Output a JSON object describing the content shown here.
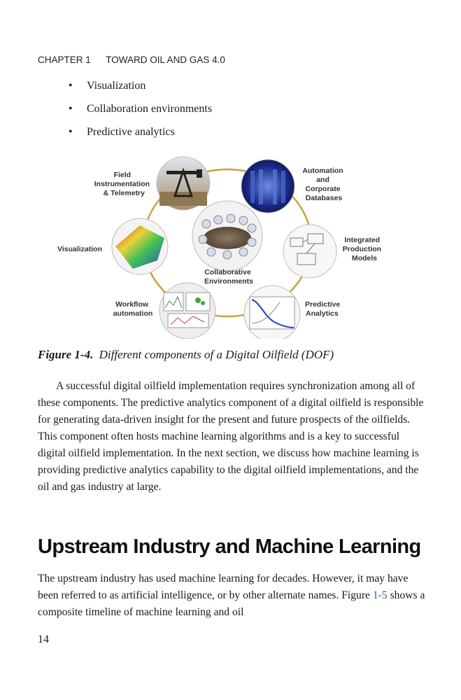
{
  "header": {
    "chapter": "CHAPTER 1",
    "title": "TOWARD OIL AND GAS 4.0"
  },
  "bullets": [
    "Visualization",
    "Collaboration environments",
    "Predictive analytics"
  ],
  "figure": {
    "field": [
      "Field",
      "Instrumentation",
      "& Telemetry"
    ],
    "automation": [
      "Automation",
      "and",
      "Corporate",
      "Databases"
    ],
    "visualization": "Visualization",
    "integrated": [
      "Integrated",
      "Production",
      "Models"
    ],
    "collaborative": [
      "Collaborative",
      "Environments"
    ],
    "workflow": [
      "Workflow",
      "automation"
    ],
    "predictive": [
      "Predictive",
      "Analytics"
    ]
  },
  "caption": {
    "label": "Figure 1-4.",
    "text": "Different components of a Digital Oilfield (DOF)"
  },
  "paragraph1": "A successful digital oilfield implementation requires synchronization among all of these components. The predictive analytics component of a digital oilfield is responsible for generating data-driven insight for the present and future prospects of the oilfields. This component often hosts machine learning algorithms and is a key to successful digital oilfield implementation. In the next section, we discuss how machine learning is providing predictive analytics capability to the digital oilfield implementations, and the oil and gas industry at large.",
  "section_heading": "Upstream Industry and Machine Learning",
  "paragraph2": {
    "before": "The upstream industry has used machine learning for decades. However, it may have been referred to as artificial intelligence, or by other alternate names. Figure ",
    "link": "1-5",
    "after": " shows a composite timeline of machine learning and oil"
  },
  "page_number": "14"
}
